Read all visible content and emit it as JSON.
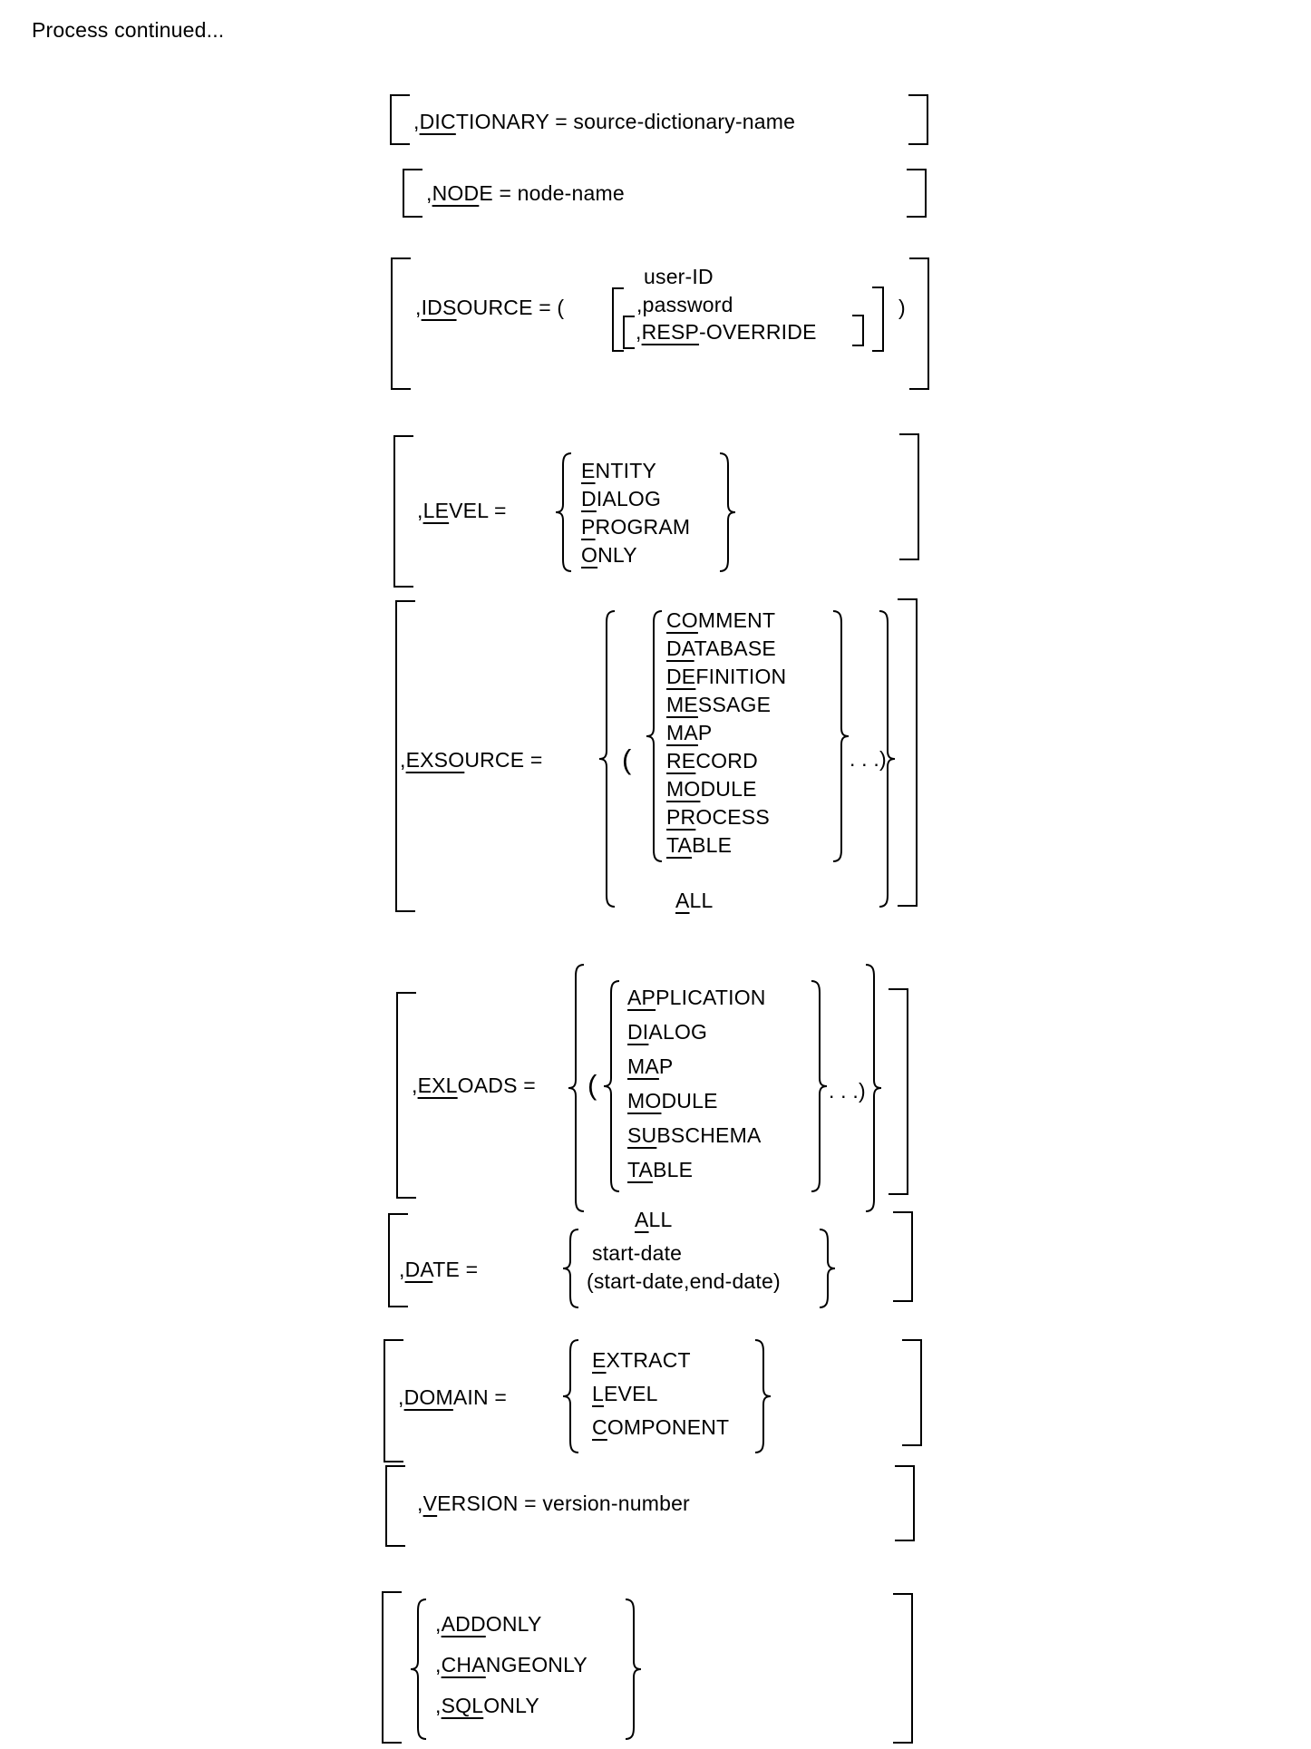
{
  "page": {
    "title": "Process continued..."
  },
  "colors": {
    "ink": "#000000",
    "paper": "#ffffff"
  },
  "sections": {
    "dictionary": {
      "pre": ",",
      "u": "DIC",
      "post": "TIONARY = source-dictionary-name"
    },
    "node": {
      "pre": ",",
      "u": "NOD",
      "post": "E = node-name"
    },
    "idsource": {
      "label": {
        "pre": ",",
        "u": "IDS",
        "post": "OURCE = ("
      },
      "user_id": "user-ID",
      "password": {
        "pre": ",",
        "post": "password"
      },
      "resp": {
        "pre": ",",
        "u": "RESP",
        "post": "-OVERRIDE"
      },
      "close": ")"
    },
    "level": {
      "label": {
        "pre": ",",
        "u": "LE",
        "post": "VEL ="
      },
      "choices": [
        {
          "u": "E",
          "post": "NTITY"
        },
        {
          "u": "D",
          "post": "IALOG"
        },
        {
          "u": "P",
          "post": "ROGRAM"
        },
        {
          "u": "O",
          "post": "NLY"
        }
      ]
    },
    "exsource": {
      "label": {
        "pre": ",",
        "u": "EXSO",
        "post": "URCE ="
      },
      "open_paren": "(",
      "choices": [
        {
          "u": "CO",
          "post": "MMENT"
        },
        {
          "u": "DA",
          "post": "TABASE"
        },
        {
          "u": "DE",
          "post": "FINITION"
        },
        {
          "u": "ME",
          "post": "SSAGE"
        },
        {
          "u": "MA",
          "post": "P"
        },
        {
          "u": "RE",
          "post": "CORD"
        },
        {
          "u": "MO",
          "post": "DULE"
        },
        {
          "u": "PR",
          "post": "OCESS"
        },
        {
          "u": "TA",
          "post": "BLE"
        }
      ],
      "repeat_close": ". . .)",
      "all": {
        "u": "A",
        "post": "LL"
      }
    },
    "exloads": {
      "label": {
        "pre": ",",
        "u": "EXL",
        "post": "OADS ="
      },
      "open_paren": "(",
      "choices": [
        {
          "u": "AP",
          "post": "PLICATION"
        },
        {
          "u": "DI",
          "post": "ALOG"
        },
        {
          "u": "MA",
          "post": "P"
        },
        {
          "u": "MO",
          "post": "DULE"
        },
        {
          "u": "SU",
          "post": "BSCHEMA"
        },
        {
          "u": "TA",
          "post": "BLE"
        }
      ],
      "repeat_close": ". . .)",
      "all": {
        "u": "A",
        "post": "LL"
      }
    },
    "date": {
      "label": {
        "pre": ",",
        "u": "DA",
        "post": "TE ="
      },
      "choices": [
        "start-date",
        "(start-date,end-date)"
      ]
    },
    "domain": {
      "label": {
        "pre": ",",
        "u": "DOM",
        "post": "AIN ="
      },
      "choices": [
        {
          "u": "E",
          "post": "XTRACT"
        },
        {
          "u": "L",
          "post": "EVEL"
        },
        {
          "u": "C",
          "post": "OMPONENT"
        }
      ]
    },
    "version": {
      "pre": ",",
      "u": "V",
      "post": "ERSION = version-number"
    },
    "flags": {
      "choices": [
        {
          "pre": ",",
          "u": "ADD",
          "post": "ONLY"
        },
        {
          "pre": ",",
          "u": "CHA",
          "post": "NGEONLY"
        },
        {
          "pre": ",",
          "u": "SQL",
          "post": "ONLY"
        }
      ]
    }
  }
}
